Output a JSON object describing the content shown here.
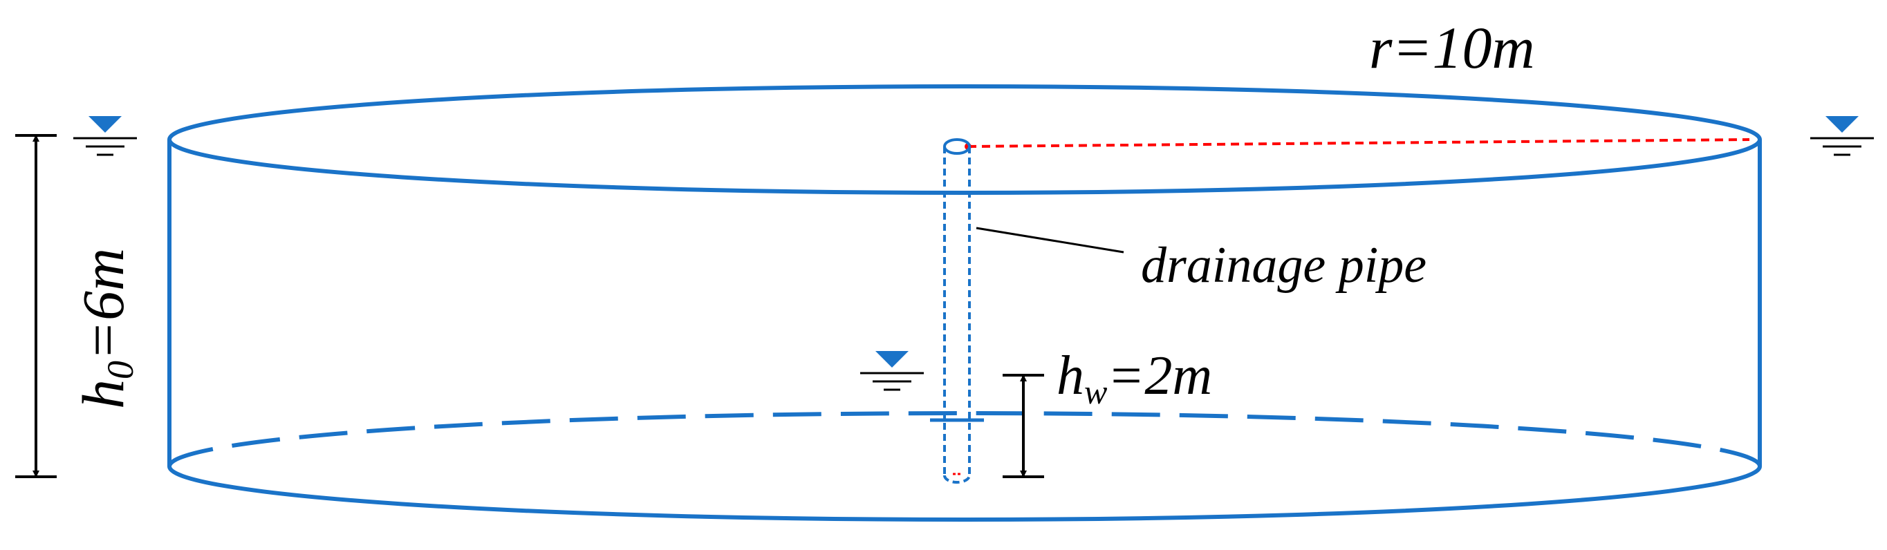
{
  "labels": {
    "radius_base": "r",
    "radius_rest": "=10m",
    "height_base": "h",
    "height_sub": "0",
    "height_rest": "=6m",
    "pipe": "drainage pipe",
    "water_base": "h",
    "water_sub": "w",
    "water_rest": "=2m"
  },
  "colors": {
    "cylinder": "#1a73c8",
    "radius_line": "#ff0000",
    "water_symbol": "#1a73c8",
    "annotation": "#000000"
  },
  "icons": {
    "water_level": "water-level-icon",
    "dimension_arrow": "double-arrow-icon"
  }
}
